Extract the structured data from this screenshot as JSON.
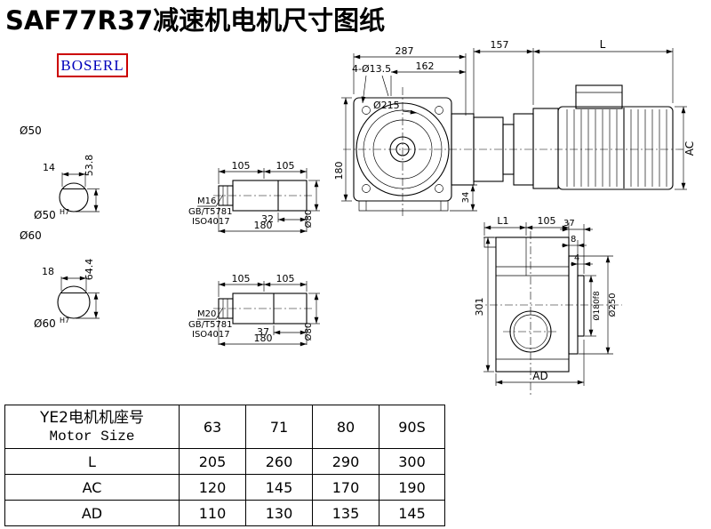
{
  "page": {
    "title": "SAF77R37减速机电机尺寸图纸",
    "brand": "BOSERL"
  },
  "views": {
    "shaft50": {
      "label_top": "Ø50",
      "key_width": "14",
      "depth": "53.8",
      "label_bottom": "Ø50",
      "tol": "H7"
    },
    "shaft60": {
      "label_top": "Ø60",
      "key_width": "18",
      "depth": "64.4",
      "label_bottom": "Ø60",
      "tol": "H7"
    },
    "shaft_m16": {
      "seg_a": "105",
      "seg_b": "105",
      "end_len": "32",
      "total": "180",
      "dia": "Ø80",
      "thread": "M16",
      "std1": "GB/T5781",
      "std2": "ISO4017"
    },
    "shaft_m20": {
      "seg_a": "105",
      "seg_b": "105",
      "end_len": "37",
      "total": "180",
      "dia": "Ø80",
      "thread": "M20",
      "std1": "GB/T5781",
      "std2": "ISO4017"
    },
    "front": {
      "total_width": "287",
      "body_width": "162",
      "adapter_len": "157",
      "motor_len": "L",
      "holes": "4-Ø13.5",
      "flange_dia": "Ø215",
      "height": "180",
      "foot": "34",
      "motor_height": "AC"
    },
    "side": {
      "l1": "L1",
      "d105": "105",
      "d37": "37",
      "d8": "8",
      "d4": "4",
      "height": "301",
      "spigot_dia": "Ø180f8",
      "flange_dia": "Ø250",
      "width": "AD"
    }
  },
  "table": {
    "header_cn": "YE2电机机座号",
    "header_en": "Motor Size",
    "columns": [
      "63",
      "71",
      "80",
      "90S"
    ],
    "rows": [
      {
        "label": "L",
        "values": [
          "205",
          "260",
          "290",
          "300"
        ]
      },
      {
        "label": "AC",
        "values": [
          "120",
          "145",
          "170",
          "190"
        ]
      },
      {
        "label": "AD",
        "values": [
          "110",
          "130",
          "135",
          "145"
        ]
      }
    ]
  }
}
